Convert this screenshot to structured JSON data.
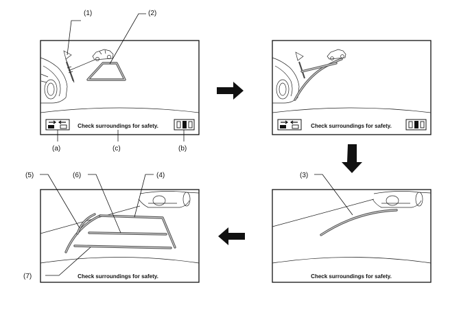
{
  "screens": [
    {
      "message": "Check surroundings for safety."
    },
    {
      "message": "Check surroundings for safety."
    },
    {
      "message": "Check surroundings for safety."
    },
    {
      "message": "Check surroundings for safety."
    }
  ],
  "callouts": {
    "c1": "(1)",
    "c2": "(2)",
    "c3": "(3)",
    "c4": "(4)",
    "c5": "(5)",
    "c6": "(6)",
    "c7": "(7)",
    "ca": "(a)",
    "cb": "(b)",
    "cc": "(c)"
  },
  "flow_arrows": [
    "right",
    "down",
    "left"
  ],
  "colors": {
    "line": "#111111",
    "guide": "#555555",
    "guide_highlight": "#d8d8d8",
    "background": "#ffffff"
  }
}
